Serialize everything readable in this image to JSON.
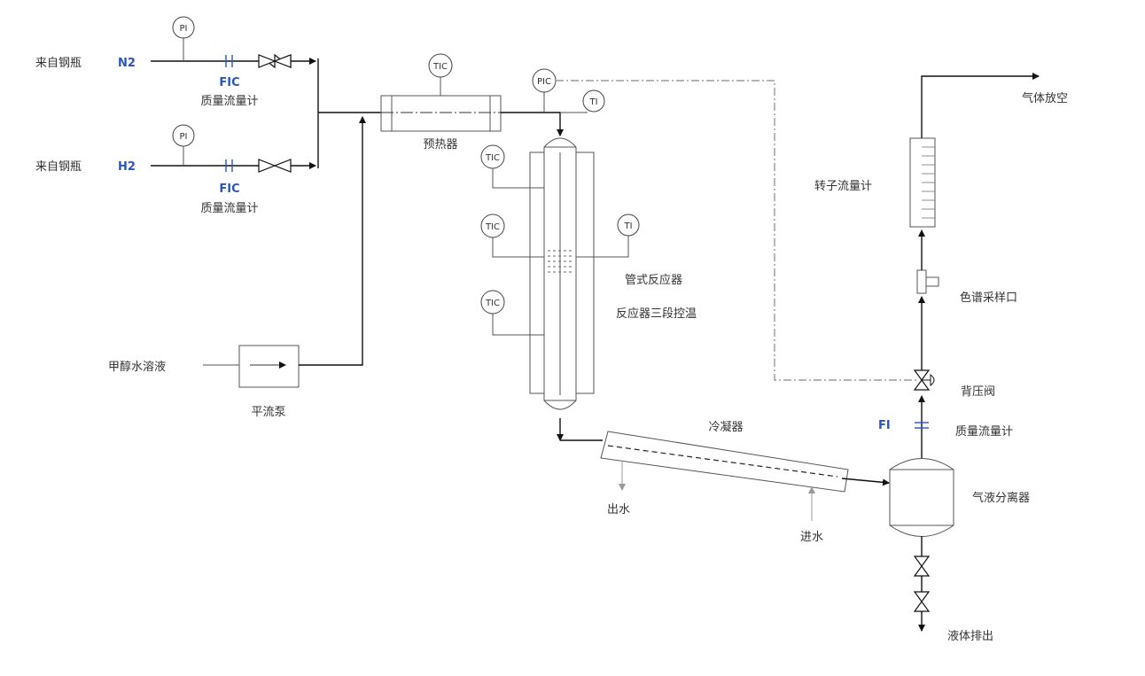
{
  "labels": {
    "source_cylinder_n2": "来自钢瓶",
    "n2": "N2",
    "source_cylinder_h2": "来自钢瓶",
    "h2": "H2",
    "fic_n2": "FIC",
    "mfm_n2": "质量流量计",
    "fic_h2": "FIC",
    "mfm_h2": "质量流量计",
    "preheater": "预热器",
    "methanol_solution": "甲醇水溶液",
    "pump": "平流泵",
    "tubular_reactor": "管式反应器",
    "three_zone_temp": "反应器三段控温",
    "condenser": "冷凝器",
    "water_out": "出水",
    "water_in": "进水",
    "gas_liquid_separator": "气液分离器",
    "fi": "FI",
    "mfm_outlet": "质量流量计",
    "back_pressure_valve": "背压阀",
    "gc_sampling_port": "色谱采样口",
    "rotameter": "转子流量计",
    "gas_vent": "气体放空",
    "liquid_drain": "液体排出"
  },
  "instruments": {
    "pi_n2": "PI",
    "pi_h2": "PI",
    "tic_preheater": "TIC",
    "pic": "PIC",
    "ti_inlet": "TI",
    "tic_zone1": "TIC",
    "tic_zone2": "TIC",
    "tic_zone3": "TIC",
    "ti_reactor": "TI"
  },
  "colors": {
    "flow_meter_blue": "#2a56b8",
    "pipe": "#111111",
    "control_line": "#888888"
  }
}
